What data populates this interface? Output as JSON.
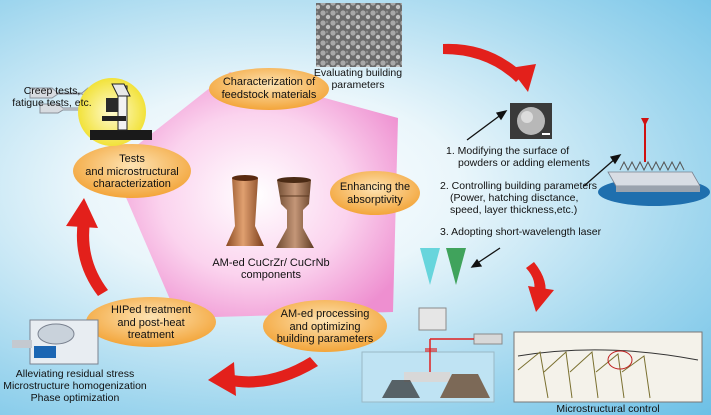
{
  "center_label": [
    "AM-ed CuCrZr/ CuCrNb",
    "components"
  ],
  "ovals": {
    "characterization": [
      "Characterization of",
      "feedstock materials"
    ],
    "tests": [
      "Tests",
      "and microstructural",
      "characterization"
    ],
    "absorptivity": [
      "Enhancing the",
      "absorptivity"
    ],
    "hiped": [
      "HIPed treatment",
      "and post-heat",
      "treatment"
    ],
    "processing": [
      "AM-ed processing",
      "and optimizing",
      "building parameters"
    ]
  },
  "captions": {
    "evaluating": [
      "Evaluating building",
      "parameters"
    ],
    "creep": [
      "Creep tests,",
      "fatigue tests, etc."
    ],
    "alleviating": [
      "Alleviating residual stress",
      "Microstructure homogenization",
      "Phase optimization"
    ],
    "microstructural_control": "Microstructural control"
  },
  "absorptivity_methods": [
    [
      "1. Modifying the surface of",
      "powders or adding elements"
    ],
    [
      "2. Controlling building parameters",
      "(Power, hatching disctance,",
      "speed, layer thickness,etc.)"
    ],
    [
      "3. Adopting short-wavelength laser"
    ]
  ],
  "colors": {
    "pentagon": "#f4a8d8",
    "oval": "#f7b54a",
    "arrow": "#e3201b"
  }
}
